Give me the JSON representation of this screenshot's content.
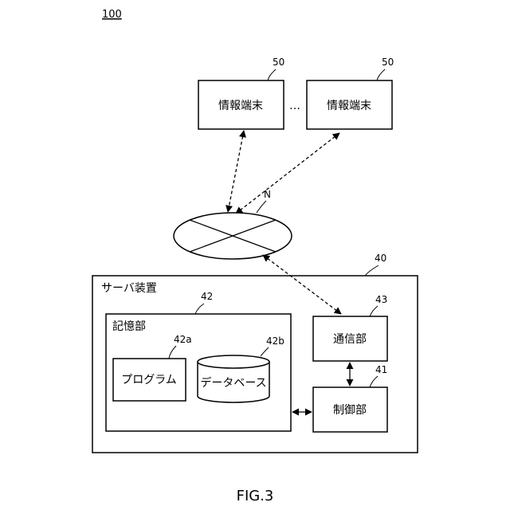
{
  "figure": {
    "ref_main": "100",
    "caption": "FIG.3"
  },
  "terminals": [
    {
      "label": "情報端末",
      "ref": "50"
    },
    {
      "label": "情報端末",
      "ref": "50"
    }
  ],
  "ellipsis": "…",
  "network": {
    "ref": "N"
  },
  "server": {
    "label": "サーバ装置",
    "ref": "40",
    "storage": {
      "label": "記憶部",
      "ref": "42",
      "program": {
        "label": "プログラム",
        "ref": "42a"
      },
      "database": {
        "label": "データベース",
        "ref": "42b"
      }
    },
    "comm": {
      "label": "通信部",
      "ref": "43"
    },
    "control": {
      "label": "制御部",
      "ref": "41"
    }
  }
}
